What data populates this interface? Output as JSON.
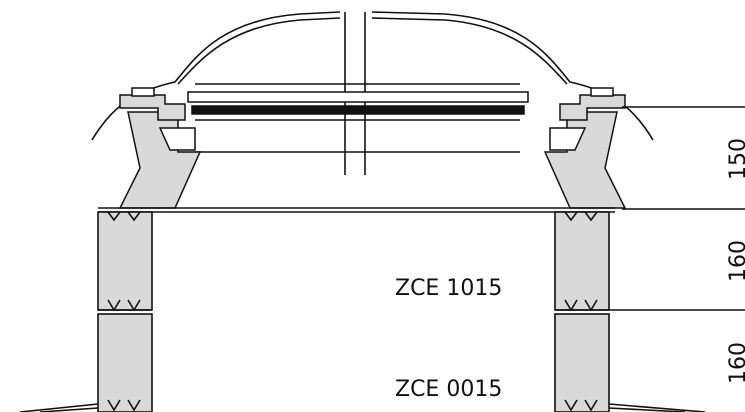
{
  "drawing": {
    "labels": {
      "upper_curb": "ZCE 1015",
      "lower_curb": "ZCE 0015"
    },
    "dimensions": {
      "dome_height": "150",
      "upper_curb_height": "160",
      "lower_curb_height": "160"
    },
    "colors": {
      "line": "#111111",
      "section_fill": "#d9d9d9",
      "background": "#ffffff"
    }
  }
}
